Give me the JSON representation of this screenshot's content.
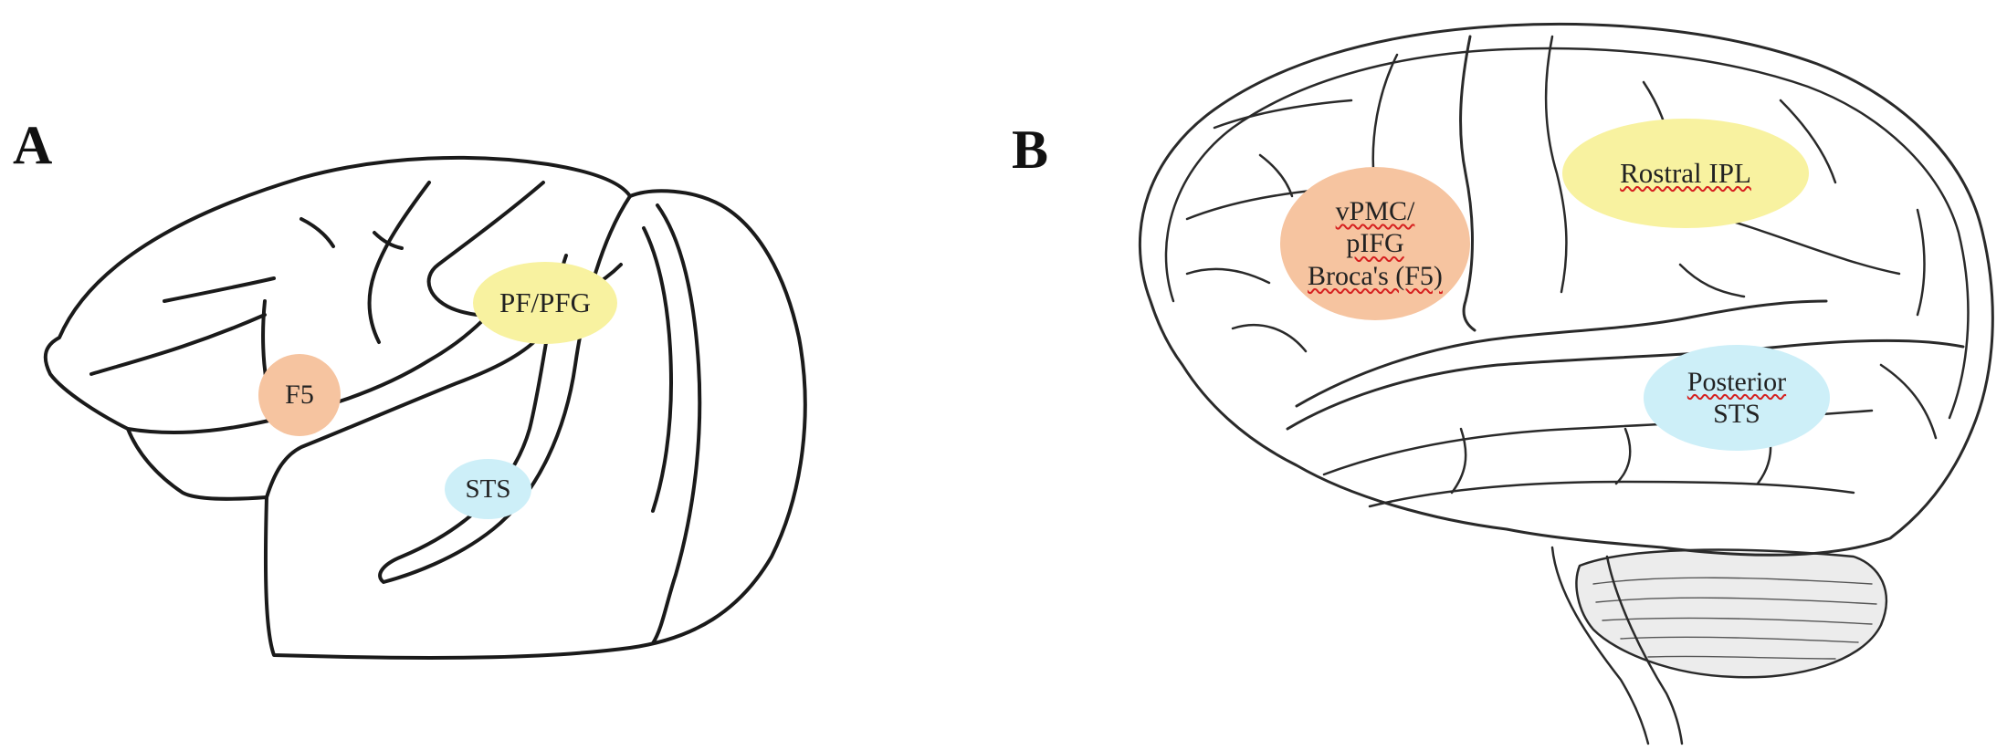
{
  "panels": {
    "a": {
      "label": "A"
    },
    "b": {
      "label": "B"
    }
  },
  "monkey_regions": {
    "f5": {
      "label": "F5",
      "color": "#f6c4a0"
    },
    "pf_pfg": {
      "label": "PF/PFG",
      "color": "#f8f2a0"
    },
    "sts": {
      "label": "STS",
      "color": "#cdeff8"
    }
  },
  "human_regions": {
    "broca": {
      "line1": "vPMC/",
      "line2": "pIFG",
      "line3": "Broca's (F5)",
      "color": "#f6c4a0"
    },
    "rostral_ipl": {
      "label": "Rostral IPL",
      "color": "#f8f2a0"
    },
    "posterior_sts": {
      "line1": "Posterior",
      "line2": "STS",
      "color": "#cdeff8"
    }
  },
  "colors": {
    "outline": "#1a1a1a",
    "cerebellum": "#ececec"
  }
}
